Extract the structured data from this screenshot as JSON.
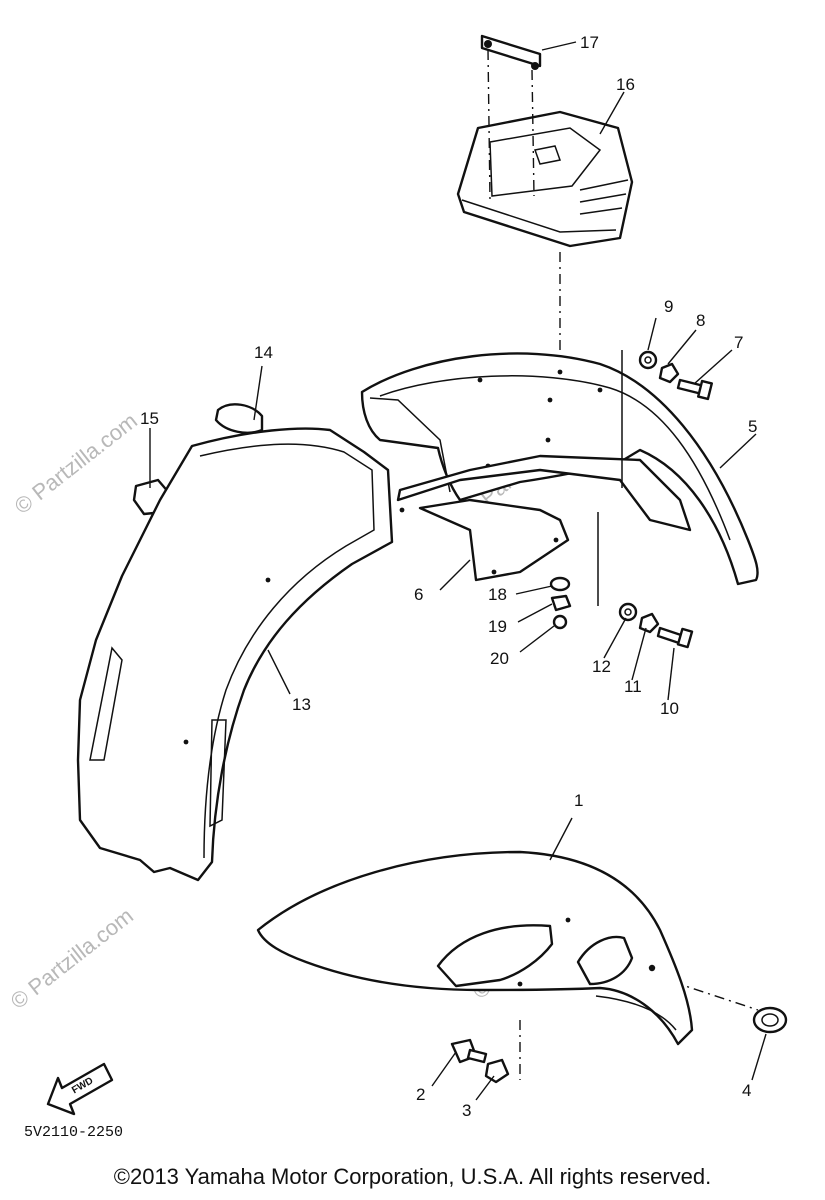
{
  "diagram": {
    "callouts": [
      {
        "id": "c1",
        "text": "1"
      },
      {
        "id": "c2",
        "text": "2"
      },
      {
        "id": "c3",
        "text": "3"
      },
      {
        "id": "c4",
        "text": "4"
      },
      {
        "id": "c5",
        "text": "5"
      },
      {
        "id": "c6",
        "text": "6"
      },
      {
        "id": "c7",
        "text": "7"
      },
      {
        "id": "c8",
        "text": "8"
      },
      {
        "id": "c9",
        "text": "9"
      },
      {
        "id": "c10",
        "text": "10"
      },
      {
        "id": "c11",
        "text": "11"
      },
      {
        "id": "c12",
        "text": "12"
      },
      {
        "id": "c13",
        "text": "13"
      },
      {
        "id": "c14",
        "text": "14"
      },
      {
        "id": "c15",
        "text": "15"
      },
      {
        "id": "c16",
        "text": "16"
      },
      {
        "id": "c17",
        "text": "17"
      },
      {
        "id": "c18",
        "text": "18"
      },
      {
        "id": "c19",
        "text": "19"
      },
      {
        "id": "c20",
        "text": "20"
      }
    ],
    "fwd_label": "FWD",
    "diagram_code": "5V2110-2250",
    "watermark": "© Partzilla.com"
  },
  "footer": {
    "copyright": "©2013  Yamaha Motor Corporation, U.S.A. All rights reserved."
  }
}
